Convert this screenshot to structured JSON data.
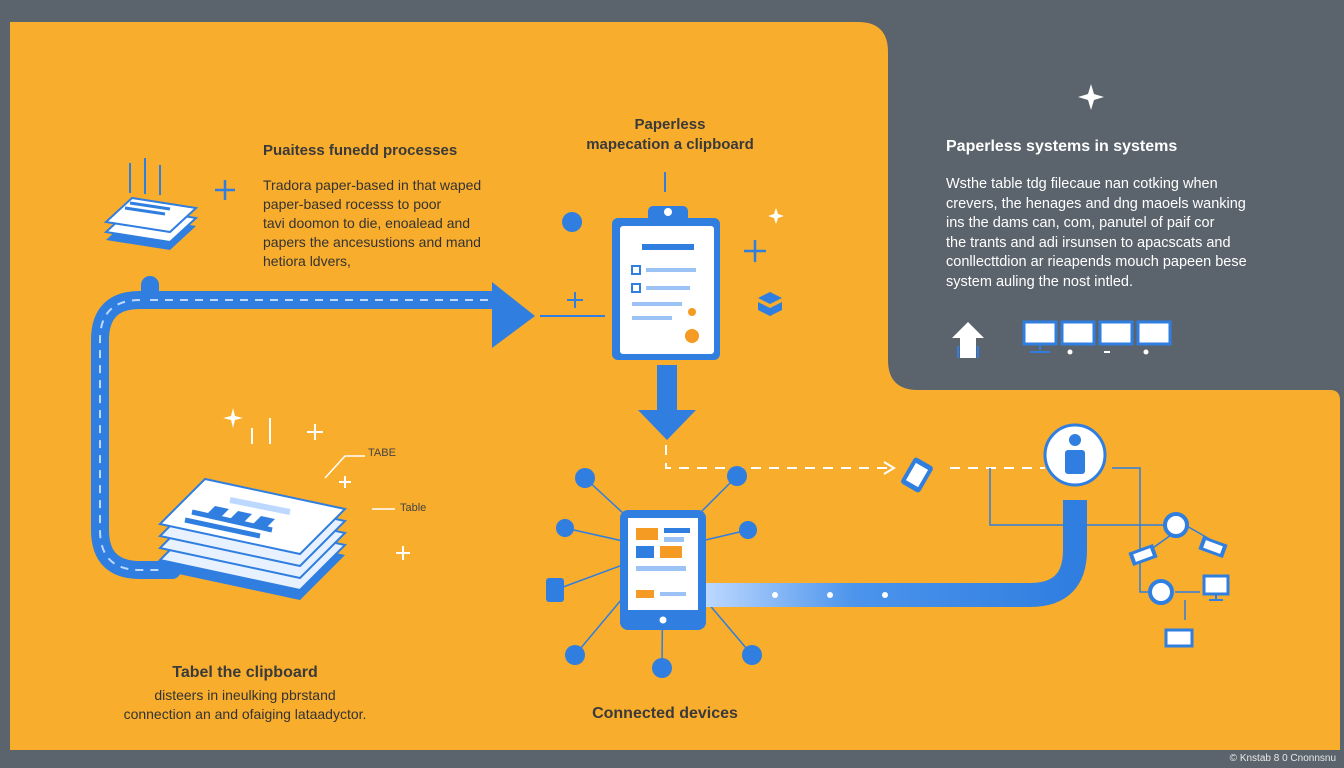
{
  "panels": {
    "left": {
      "title": "Puaitess funedd processes",
      "lines": [
        "Tradora paper-based in that waped",
        "paper-based rocesss to poor",
        "tavi doomon to die, enoalead and",
        "papers the ancesustions and mand",
        "hetiora ldvers,"
      ]
    },
    "center": {
      "title_line1": "Paperless",
      "title_line2": "mapecation a clipboard"
    },
    "right": {
      "title": "Paperless systems in systems",
      "lines": [
        "Wsthe table tdg filecaue nan cotking when",
        "crevers, the henages and dng maoels wanking",
        "ins the dams can, com, panutel of paif cor",
        "the trants and adi irsunsen to apacscats and",
        "conllecttdion ar rieapends mouch papeen bese",
        "system auling the nost intled."
      ]
    },
    "stack": {
      "title": "Tabel the clipboard",
      "lines": [
        "disteers in ineulking pbrstand",
        "connection an and ofaiging lataadyctor."
      ],
      "label_upper": "TABE",
      "label_lower": "Table"
    },
    "devices": {
      "title": "Connected devices"
    }
  },
  "footer": {
    "credit": "© Knstab 8 0 Cnonnsnu"
  },
  "colors": {
    "background": "#5b646c",
    "card": "#f8ad2c",
    "blue": "#2f7ee0",
    "dark_panel": "#5b646c",
    "orange_accent": "#f59a23"
  }
}
